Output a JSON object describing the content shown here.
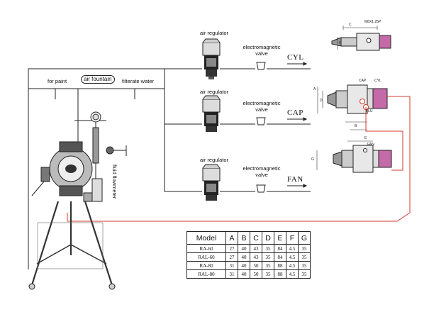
{
  "labels": {
    "air_regulator": "air regulator",
    "electromagnetic_valve": "electromagnetic\nvalve",
    "for_paint": "for paint",
    "air_fountain": "air fountain",
    "filterate_water": "filterate water",
    "fluid_flowmeter": "fluid flowmeter"
  },
  "signals": {
    "cyl": "CYL",
    "cap": "CAP",
    "fan": "FAN"
  },
  "gun_labels": {
    "m8": "M8X1.25P",
    "cap": "CAP",
    "cyl": "CYL",
    "flu": "FLU",
    "fan": "FAN",
    "dim_c": "C",
    "dim_f": "F",
    "dim_a": "A",
    "dim_d": "D",
    "dim_b": "B",
    "dim_g": "G",
    "dim_e": "E"
  },
  "colors": {
    "line": "#222222",
    "hose": "#d63a2a",
    "knob": "#c56aa8",
    "body": "#e6e6e6"
  },
  "table": {
    "headers": [
      "Model",
      "A",
      "B",
      "C",
      "D",
      "E",
      "F",
      "G"
    ],
    "rows": [
      [
        "RA-60",
        "27",
        "40",
        "43",
        "35",
        "84",
        "4.5",
        "35"
      ],
      [
        "RAL-60",
        "27",
        "40",
        "43",
        "35",
        "84",
        "4.5",
        "35"
      ],
      [
        "RA-80",
        "31",
        "40",
        "50",
        "35",
        "88",
        "4.5",
        "35"
      ],
      [
        "RAL-80",
        "31",
        "40",
        "50",
        "35",
        "88",
        "4.5",
        "35"
      ]
    ]
  }
}
